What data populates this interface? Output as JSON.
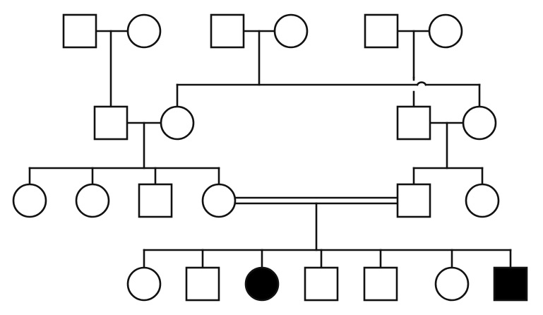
{
  "diagram": {
    "type": "pedigree-chart",
    "colors": {
      "line": "#111111",
      "unaffected_fill": "#ffffff",
      "affected_fill": "#000000"
    },
    "generations": [
      {
        "generation": 1,
        "individuals": [
          {
            "id": "g1-a-male",
            "sex": "male",
            "affected": false
          },
          {
            "id": "g1-a-female",
            "sex": "female",
            "affected": false
          },
          {
            "id": "g1-b-male",
            "sex": "male",
            "affected": false
          },
          {
            "id": "g1-b-female",
            "sex": "female",
            "affected": false
          },
          {
            "id": "g1-c-male",
            "sex": "male",
            "affected": false
          },
          {
            "id": "g1-c-female",
            "sex": "female",
            "affected": false
          }
        ]
      },
      {
        "generation": 2,
        "individuals": [
          {
            "id": "g2-a-male",
            "sex": "male",
            "affected": false
          },
          {
            "id": "g2-a-female",
            "sex": "female",
            "affected": false
          },
          {
            "id": "g2-b-male",
            "sex": "male",
            "affected": false
          },
          {
            "id": "g2-b-female",
            "sex": "female",
            "affected": false
          }
        ]
      },
      {
        "generation": 3,
        "individuals": [
          {
            "id": "g3-female-1",
            "sex": "female",
            "affected": false
          },
          {
            "id": "g3-female-2",
            "sex": "female",
            "affected": false
          },
          {
            "id": "g3-male-1",
            "sex": "male",
            "affected": false
          },
          {
            "id": "g3-female-3",
            "sex": "female",
            "affected": false
          },
          {
            "id": "g3-male-2",
            "sex": "male",
            "affected": false
          },
          {
            "id": "g3-female-4",
            "sex": "female",
            "affected": false
          }
        ]
      },
      {
        "generation": 4,
        "individuals": [
          {
            "id": "g4-female-1",
            "sex": "female",
            "affected": false
          },
          {
            "id": "g4-male-1",
            "sex": "male",
            "affected": false
          },
          {
            "id": "g4-female-2",
            "sex": "female",
            "affected": true
          },
          {
            "id": "g4-male-2",
            "sex": "male",
            "affected": false
          },
          {
            "id": "g4-male-3",
            "sex": "male",
            "affected": false
          },
          {
            "id": "g4-female-3",
            "sex": "female",
            "affected": false
          },
          {
            "id": "g4-male-4",
            "sex": "male",
            "affected": true
          }
        ]
      }
    ],
    "unions": [
      {
        "partners": [
          "g1-a-male",
          "g1-a-female"
        ],
        "consanguineous": false,
        "children": [
          "g2-a-male"
        ]
      },
      {
        "partners": [
          "g1-b-male",
          "g1-b-female"
        ],
        "consanguineous": false,
        "children": [
          "g2-a-female",
          "g2-b-female"
        ]
      },
      {
        "partners": [
          "g1-c-male",
          "g1-c-female"
        ],
        "consanguineous": false,
        "children": [
          "g2-b-male"
        ]
      },
      {
        "partners": [
          "g2-a-male",
          "g2-a-female"
        ],
        "consanguineous": false,
        "children": [
          "g3-female-1",
          "g3-female-2",
          "g3-male-1",
          "g3-female-3"
        ]
      },
      {
        "partners": [
          "g2-b-male",
          "g2-b-female"
        ],
        "consanguineous": false,
        "children": [
          "g3-male-2",
          "g3-female-4"
        ]
      },
      {
        "partners": [
          "g3-female-3",
          "g3-male-2"
        ],
        "consanguineous": true,
        "children": [
          "g4-female-1",
          "g4-male-1",
          "g4-female-2",
          "g4-male-2",
          "g4-male-3",
          "g4-female-3",
          "g4-male-4"
        ]
      }
    ]
  }
}
